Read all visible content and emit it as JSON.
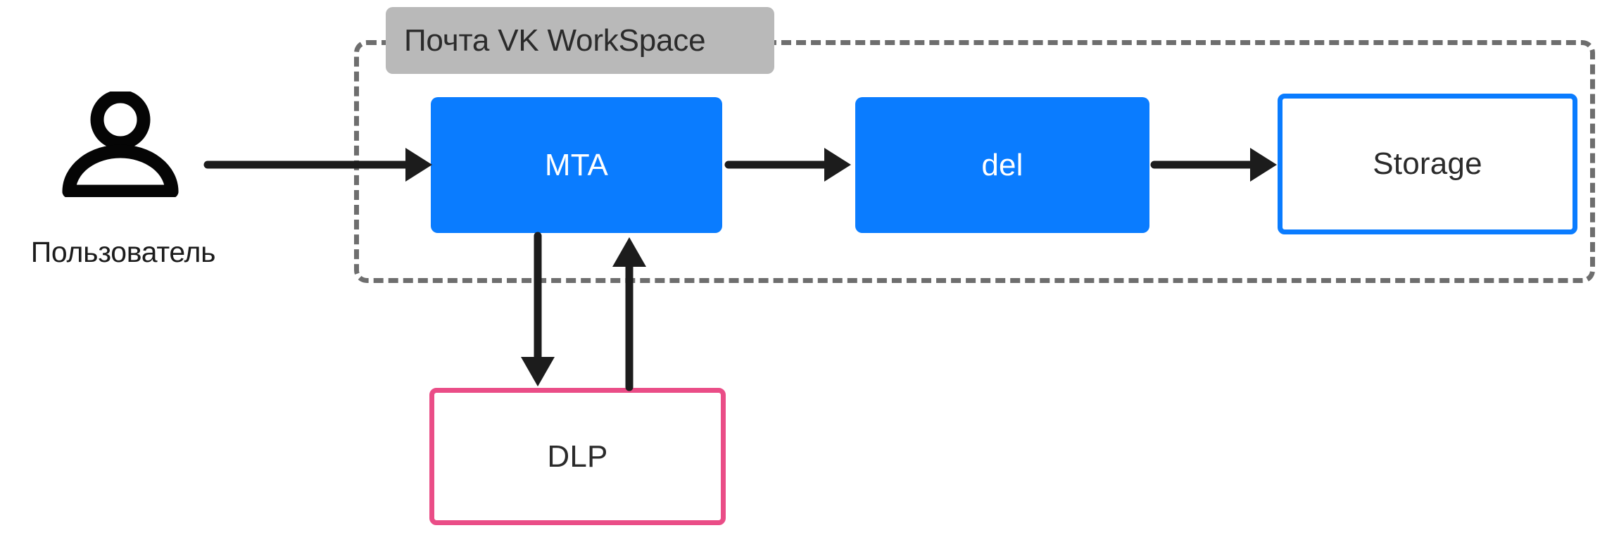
{
  "diagram": {
    "title": "Почта VK WorkSpace",
    "type": "flow-diagram",
    "background_color": "#ffffff",
    "boundary": {
      "label": "Почта VK WorkSpace",
      "style": "dashed",
      "border_color": "#6e6e6e",
      "label_background": "#b9b9b9",
      "label_text_color": "#2b2b2b"
    },
    "actor": {
      "label": "Пользователь",
      "icon": "user-icon",
      "color": "#1c1c1c"
    },
    "nodes": [
      {
        "id": "mta",
        "label": "MTA",
        "fill": "#0a7cff",
        "text_color": "#ffffff",
        "border_color": "#0a7cff",
        "inside_boundary": true
      },
      {
        "id": "del",
        "label": "del",
        "fill": "#0a7cff",
        "text_color": "#ffffff",
        "border_color": "#0a7cff",
        "inside_boundary": true
      },
      {
        "id": "storage",
        "label": "Storage",
        "fill": "#ffffff",
        "text_color": "#2b2b2b",
        "border_color": "#0a7cff",
        "inside_boundary": true
      },
      {
        "id": "dlp",
        "label": "DLP",
        "fill": "#ffffff",
        "text_color": "#2b2b2b",
        "border_color": "#ea4d87",
        "inside_boundary": false
      }
    ],
    "edges": [
      {
        "id": "user-to-mta",
        "from": "Пользователь",
        "to": "MTA",
        "direction": "right",
        "arrow_color": "#1c1c1c"
      },
      {
        "id": "mta-to-del",
        "from": "MTA",
        "to": "del",
        "direction": "right",
        "arrow_color": "#1c1c1c"
      },
      {
        "id": "del-to-storage",
        "from": "del",
        "to": "Storage",
        "direction": "right",
        "arrow_color": "#1c1c1c"
      },
      {
        "id": "mta-to-dlp",
        "from": "MTA",
        "to": "DLP",
        "direction": "down",
        "arrow_color": "#1c1c1c"
      },
      {
        "id": "dlp-to-mta",
        "from": "DLP",
        "to": "MTA",
        "direction": "up",
        "arrow_color": "#1c1c1c"
      }
    ]
  }
}
